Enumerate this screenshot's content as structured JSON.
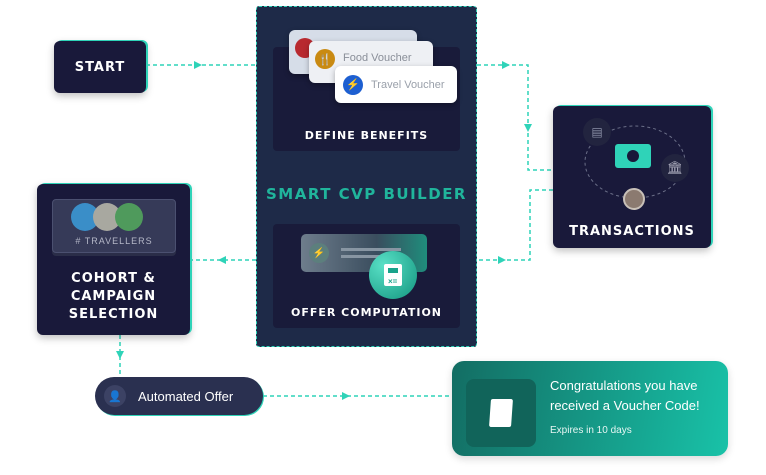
{
  "start": {
    "label": "START"
  },
  "builder": {
    "title": "SMART CVP BUILDER",
    "define_benefits": {
      "label": "DEFINE BENEFITS",
      "vouchers": [
        "Food Voucher",
        "Travel Voucher"
      ]
    },
    "offer_computation": {
      "label": "OFFER COMPUTATION"
    }
  },
  "transactions": {
    "label": "TRANSACTIONS"
  },
  "cohort": {
    "tag": "# TRAVELLERS",
    "label_lines": [
      "COHORT &",
      "CAMPAIGN",
      "SELECTION"
    ]
  },
  "automated_offer": {
    "label": "Automated Offer"
  },
  "voucher_card": {
    "message": "Congratulations you have received a Voucher Code!",
    "expiry": "Expires in 10 days"
  },
  "colors": {
    "accent": "#2fd3b8",
    "dark": "#19193a",
    "panel": "#1e2a48"
  }
}
